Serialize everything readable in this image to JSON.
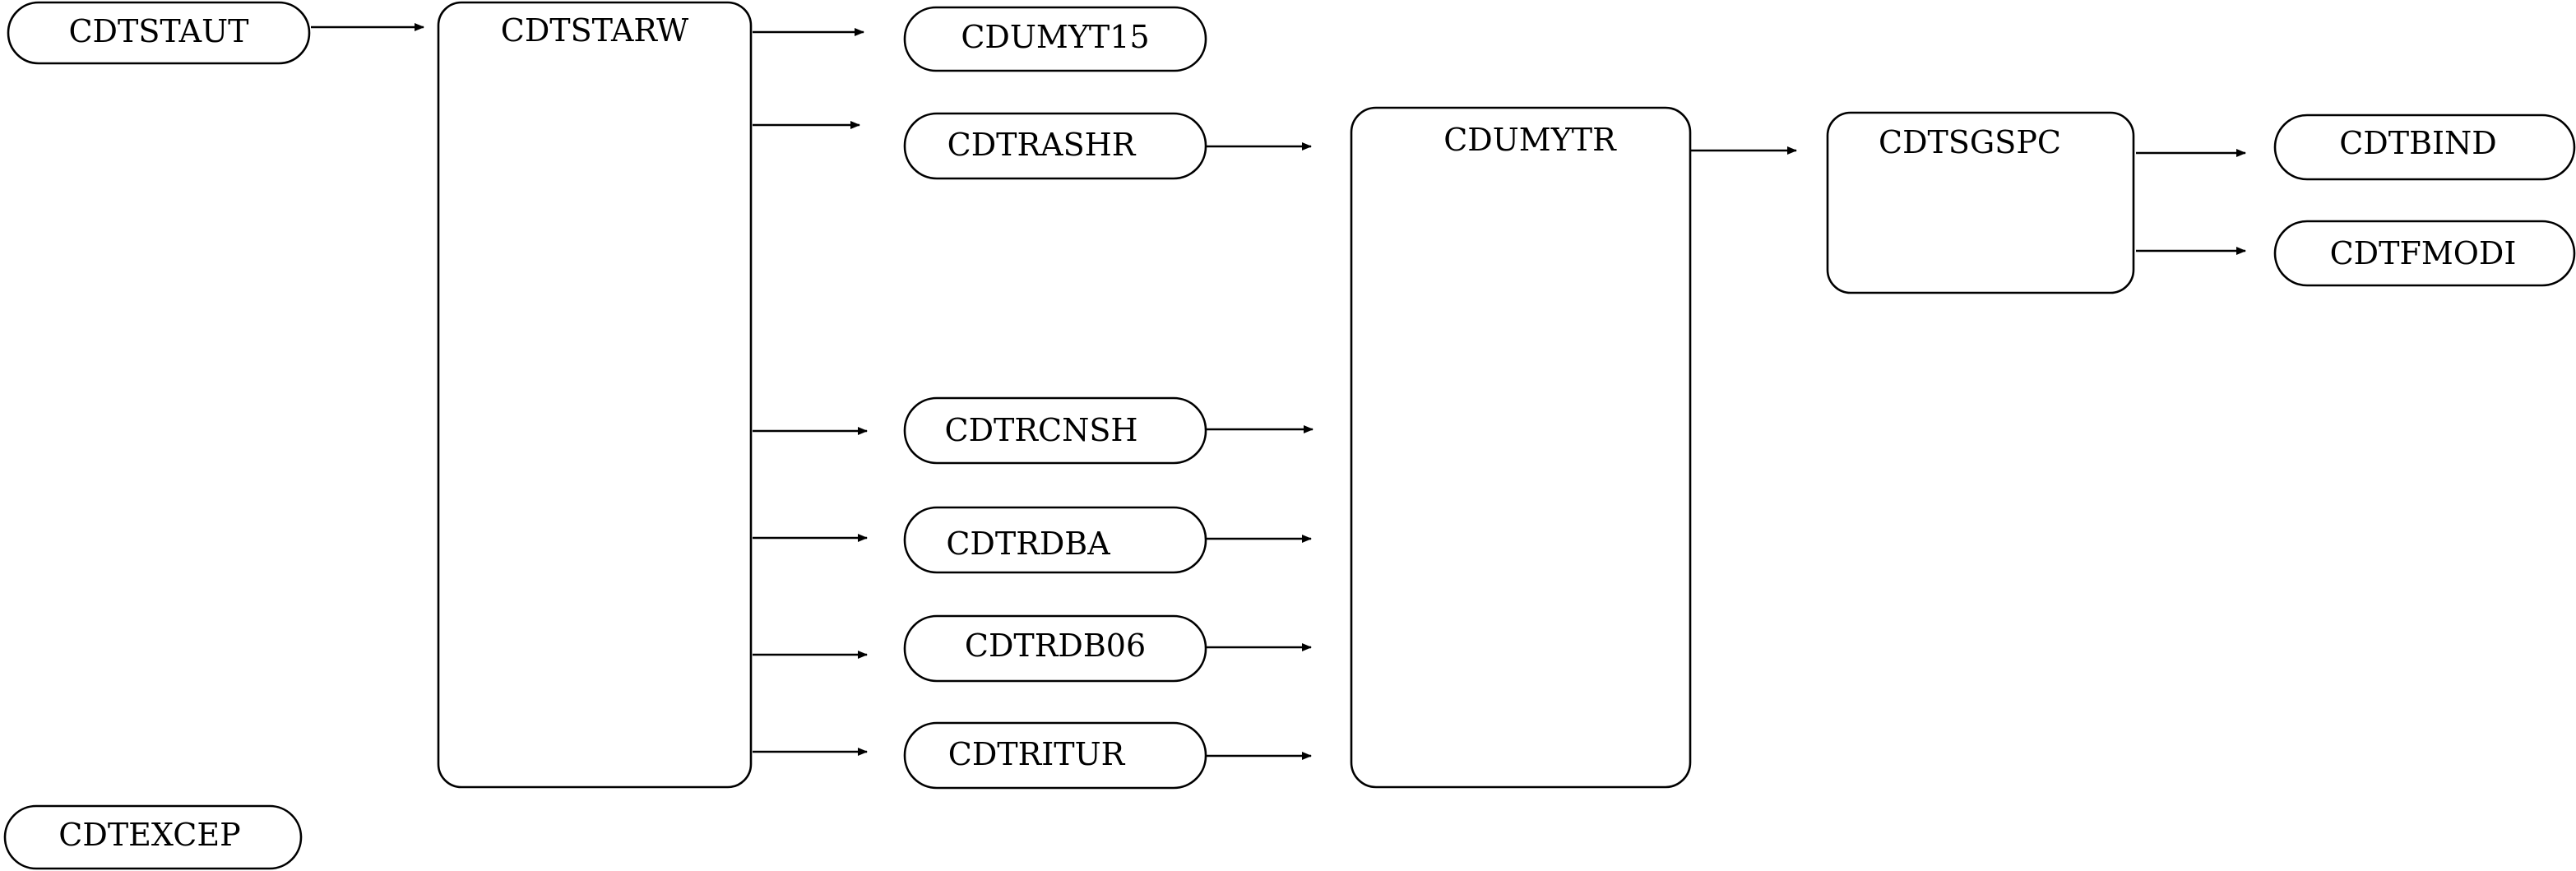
{
  "diagram": {
    "nodes": {
      "cdtstaut": "CDTSTAUT",
      "cdtstarw": "CDTSTARW",
      "cdumyt15": "CDUMYT15",
      "cdtrashr": "CDTRASHR",
      "cdtrcnsh": "CDTRCNSH",
      "cdtrdba": "CDTRDBA",
      "cdtrdb06": "CDTRDB06",
      "cdtritur": "CDTRITUR",
      "cdumytr": "CDUMYTR",
      "cdtsgspc": "CDTSGSPC",
      "cdtbind": "CDTBIND",
      "cdtfmodi": "CDTFMODI",
      "cdtexcep": "CDTEXCEP"
    },
    "edges": [
      {
        "from": "CDTSTAUT",
        "to": "CDTSTARW"
      },
      {
        "from": "CDTSTARW",
        "to": "CDUMYT15"
      },
      {
        "from": "CDTSTARW",
        "to": "CDTRASHR"
      },
      {
        "from": "CDTSTARW",
        "to": "CDTRCNSH"
      },
      {
        "from": "CDTSTARW",
        "to": "CDTRDBA"
      },
      {
        "from": "CDTSTARW",
        "to": "CDTRDB06"
      },
      {
        "from": "CDTSTARW",
        "to": "CDTRITUR"
      },
      {
        "from": "CDTRASHR",
        "to": "CDUMYTR"
      },
      {
        "from": "CDTRCNSH",
        "to": "CDUMYTR"
      },
      {
        "from": "CDTRDBA",
        "to": "CDUMYTR"
      },
      {
        "from": "CDTRDB06",
        "to": "CDUMYTR"
      },
      {
        "from": "CDTRITUR",
        "to": "CDUMYTR"
      },
      {
        "from": "CDUMYTR",
        "to": "CDTSGSPC"
      },
      {
        "from": "CDTSGSPC",
        "to": "CDTBIND"
      },
      {
        "from": "CDTSGSPC",
        "to": "CDTFMODI"
      }
    ]
  }
}
